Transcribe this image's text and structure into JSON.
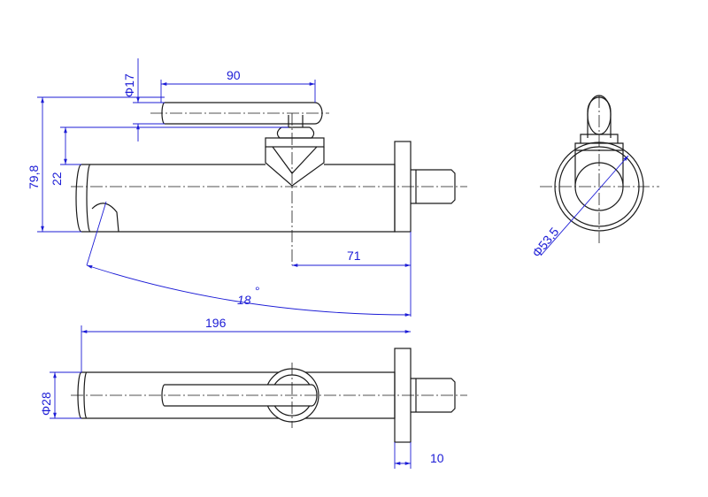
{
  "dimensions": {
    "dia_handle": "Φ17",
    "handle_length": "90",
    "total_height": "79,8",
    "spout_height": "22",
    "center_offset": "71",
    "angle": "18",
    "angle_unit": "°",
    "total_length": "196",
    "dia_spout": "Φ28",
    "flange_depth": "10",
    "dia_flange": "Φ53,5"
  },
  "colors": {
    "dimension": "#1c1cd6",
    "part": "#1a1a1a"
  }
}
